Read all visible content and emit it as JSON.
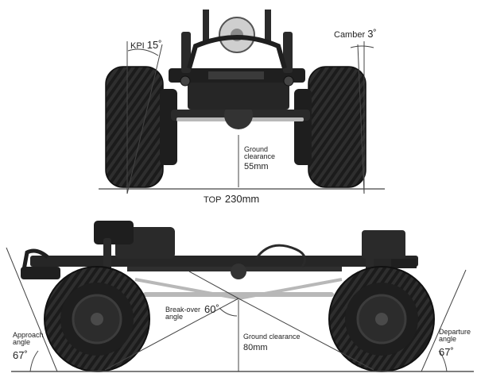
{
  "front_view": {
    "kpi": {
      "label": "KPI",
      "value": "15˚"
    },
    "camber": {
      "label": "Camber",
      "value": "3˚"
    },
    "ground_clearance": {
      "line1": "Ground",
      "line2": "clearance",
      "value": "55mm"
    },
    "track_width": {
      "label": "TOP",
      "value": "230mm"
    }
  },
  "side_view": {
    "approach": {
      "line1": "Approach",
      "line2": "angle",
      "value": "67˚"
    },
    "departure": {
      "line1": "Departure",
      "line2": "angle",
      "value": "67˚"
    },
    "breakover": {
      "line1": "Break-over",
      "line2": "angle",
      "value": "60˚"
    },
    "ground_clearance": {
      "label": "Ground clearance",
      "value": "80mm"
    }
  },
  "colors": {
    "tire": "#1c1c1c",
    "chassis": "#262626",
    "metal": "#b8b8b8",
    "dimension_line": "#444444",
    "ground_line": "#555555"
  }
}
